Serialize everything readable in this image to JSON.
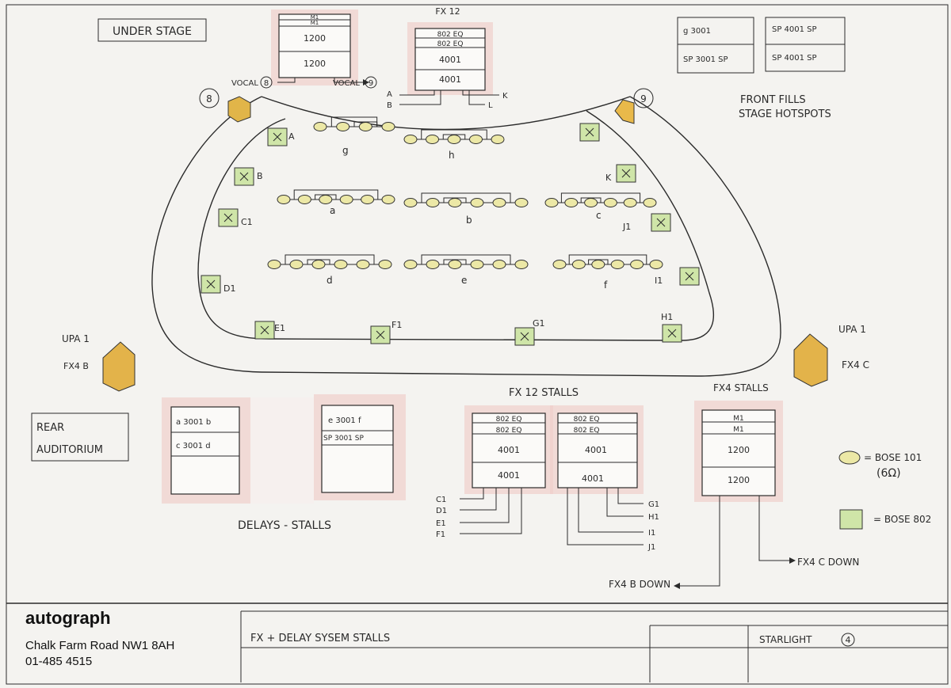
{
  "under_stage": {
    "label": "UNDER STAGE",
    "rack_left": {
      "slots": [
        "M1",
        "M1",
        "1200",
        "1200"
      ],
      "out_left": "VOCAL",
      "out_left_num": "8",
      "out_right": "VOCAL",
      "out_right_num": "9"
    },
    "rack_fx12": {
      "title": "FX 12",
      "slots": [
        "802 EQ",
        "802 EQ",
        "4001",
        "4001"
      ],
      "outs": [
        "A",
        "B",
        "K",
        "L"
      ]
    }
  },
  "front_fills": {
    "label_1": "FRONT FILLS",
    "label_2": "STAGE HOTSPOTS",
    "box1": {
      "row1": "g   3001",
      "row2": "SP  3001  SP"
    },
    "box2": {
      "row1": "SP  4001  SP",
      "row2": "SP  4001  SP"
    }
  },
  "upa_left": {
    "label": "UPA 1",
    "sub": "FX4 B",
    "circle": "8"
  },
  "upa_right": {
    "label": "UPA 1",
    "sub": "FX4 C",
    "circle": "9"
  },
  "auditorium": {
    "speaker_802_labels": [
      "A",
      "B",
      "C1",
      "D1",
      "E1",
      "F1",
      "G1",
      "H1",
      "I1",
      "J1",
      "K"
    ],
    "speaker_101_groups": [
      "g",
      "h",
      "a",
      "b",
      "c",
      "d",
      "e",
      "f"
    ]
  },
  "rear_auditorium": {
    "label_1": "REAR",
    "label_2": "AUDITORIUM"
  },
  "delays": {
    "label": "DELAYS - STALLS",
    "rack1": {
      "row1": "a  3001  b",
      "row2": "c  3001  d"
    },
    "rack2": {
      "row1": "e  3001  f",
      "row2": "SP  3001  SP"
    }
  },
  "fx12_stalls": {
    "label": "FX 12  STALLS",
    "rack_a": {
      "slots": [
        "802 EQ",
        "802 EQ",
        "4001",
        "4001"
      ]
    },
    "rack_b": {
      "slots": [
        "802 EQ",
        "802 EQ",
        "4001",
        "4001"
      ]
    },
    "outs_left": [
      "C1",
      "D1",
      "E1",
      "F1"
    ],
    "outs_right": [
      "G1",
      "H1",
      "I1",
      "J1"
    ]
  },
  "fx4_stalls": {
    "label": "FX4  STALLS",
    "slots": [
      "M1",
      "M1",
      "1200",
      "1200"
    ],
    "out_b": "FX4 B DOWN",
    "out_c": "FX4 C DOWN"
  },
  "legend": {
    "item1_label": "= BOSE 101",
    "item1_sub": "(6Ω)",
    "item2_label": "= BOSE 802"
  },
  "title_block": {
    "company": "autograph",
    "address": "Chalk Farm Road NW1 8AH",
    "phone": "01-485 4515",
    "drawing_title": "FX + DELAY SYSEM STALLS",
    "show": "STARLIGHT",
    "sheet_num": "4"
  }
}
